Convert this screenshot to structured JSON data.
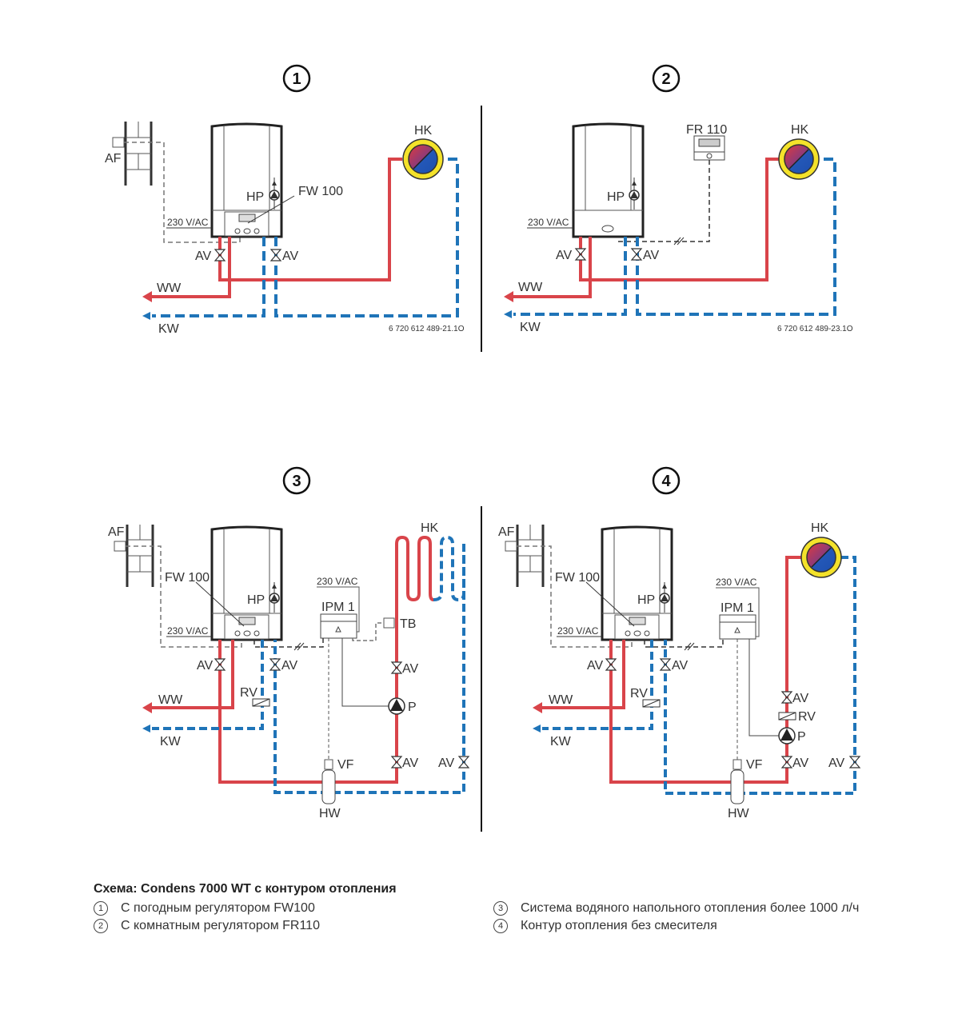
{
  "colors": {
    "hot_pipe": "#d9444a",
    "cold_pipe": "#1f74b8",
    "wire": "#444444",
    "wire_dashed": "#777777",
    "hk_ring": "#f4e22a",
    "hk_hot": "#d6303b",
    "hk_cold": "#2458b8",
    "separator": "#111111"
  },
  "panels": [
    {
      "number": "1",
      "labels": {
        "af": "AF",
        "hk": "HK",
        "hp": "HP",
        "controller": "FW 100",
        "power": "230 V/AC",
        "av_left": "AV",
        "av_right": "AV",
        "ww": "WW",
        "kw": "KW",
        "code": "6 720 612 489-21.1O"
      }
    },
    {
      "number": "2",
      "labels": {
        "hk": "HK",
        "hp": "HP",
        "controller": "FR 110",
        "power": "230 V/AC",
        "av_left": "AV",
        "av_right": "AV",
        "ww": "WW",
        "kw": "KW",
        "code": "6 720 612 489-23.1O"
      }
    },
    {
      "number": "3",
      "labels": {
        "af": "AF",
        "hk": "HK",
        "hp": "HP",
        "controller": "FW 100",
        "power": "230 V/AC",
        "ipm_power": "230 V/AC",
        "ipm": "IPM 1",
        "tb": "TB",
        "av_left": "AV",
        "av_right": "AV",
        "av_pump_top": "AV",
        "av_pump_bottom": "AV",
        "av_return": "AV",
        "rv": "RV",
        "p": "P",
        "vf": "VF",
        "hw": "HW",
        "ww": "WW",
        "kw": "KW"
      }
    },
    {
      "number": "4",
      "labels": {
        "af": "AF",
        "hk": "HK",
        "hp": "HP",
        "controller": "FW 100",
        "power": "230 V/AC",
        "ipm_power": "230 V/AC",
        "ipm": "IPM 1",
        "av_left": "AV",
        "av_right": "AV",
        "av_pump_top": "AV",
        "av_pump_bottom": "AV",
        "av_return": "AV",
        "rv": "RV",
        "rv_circuit": "RV",
        "p": "P",
        "vf": "VF",
        "hw": "HW",
        "ww": "WW",
        "kw": "KW"
      }
    }
  ],
  "legend": {
    "title": "Схема: Condens 7000 WT  с контуром отопления",
    "items": [
      {
        "num": "1",
        "text": "С погодным регулятором FW100"
      },
      {
        "num": "2",
        "text": "С комнатным регулятором FR110"
      },
      {
        "num": "3",
        "text": "Система водяного напольного отопления более 1000 л/ч"
      },
      {
        "num": "4",
        "text": "Контур отопления без смесителя"
      }
    ]
  }
}
